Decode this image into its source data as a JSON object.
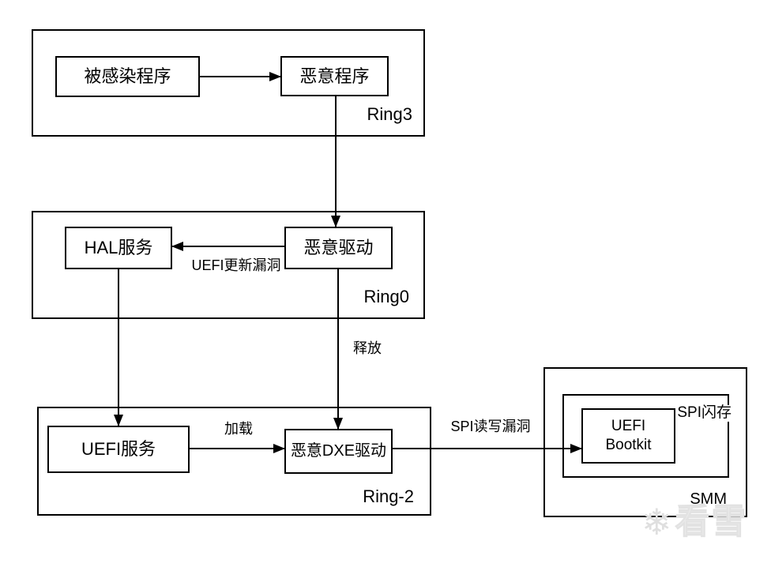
{
  "groups": {
    "ring3": {
      "label": "Ring3"
    },
    "ring0": {
      "label": "Ring0"
    },
    "ring_minus_2": {
      "label": "Ring-2"
    },
    "smm": {
      "label": "SMM"
    },
    "spi_flash": {
      "label": "SPI闪存"
    }
  },
  "nodes": {
    "infected_program": {
      "label": "被感染程序"
    },
    "malicious_program": {
      "label": "恶意程序"
    },
    "hal_service": {
      "label": "HAL服务"
    },
    "malicious_driver": {
      "label": "恶意驱动"
    },
    "uefi_service": {
      "label": "UEFI服务"
    },
    "malicious_dxe_driver": {
      "label": "恶意DXE驱动"
    },
    "uefi_bootkit": {
      "label_line1": "UEFI",
      "label_line2": "Bootkit"
    }
  },
  "edges": [
    {
      "from": "infected_program",
      "to": "malicious_program",
      "label": ""
    },
    {
      "from": "malicious_program",
      "to": "malicious_driver",
      "label": ""
    },
    {
      "from": "malicious_driver",
      "to": "hal_service",
      "label": "UEFI更新漏洞"
    },
    {
      "from": "hal_service",
      "to": "uefi_service",
      "label": ""
    },
    {
      "from": "malicious_driver",
      "to": "malicious_dxe_driver",
      "label": "释放"
    },
    {
      "from": "uefi_service",
      "to": "malicious_dxe_driver",
      "label": "加载"
    },
    {
      "from": "malicious_dxe_driver",
      "to": "uefi_bootkit",
      "label": "SPI读写漏洞"
    }
  ],
  "watermark": {
    "icon": "snowflake-icon",
    "icon_glyph": "❄",
    "text": "看雪"
  },
  "colors": {
    "background": "#ffffff",
    "line": "#000000",
    "watermark": "#ececec"
  }
}
